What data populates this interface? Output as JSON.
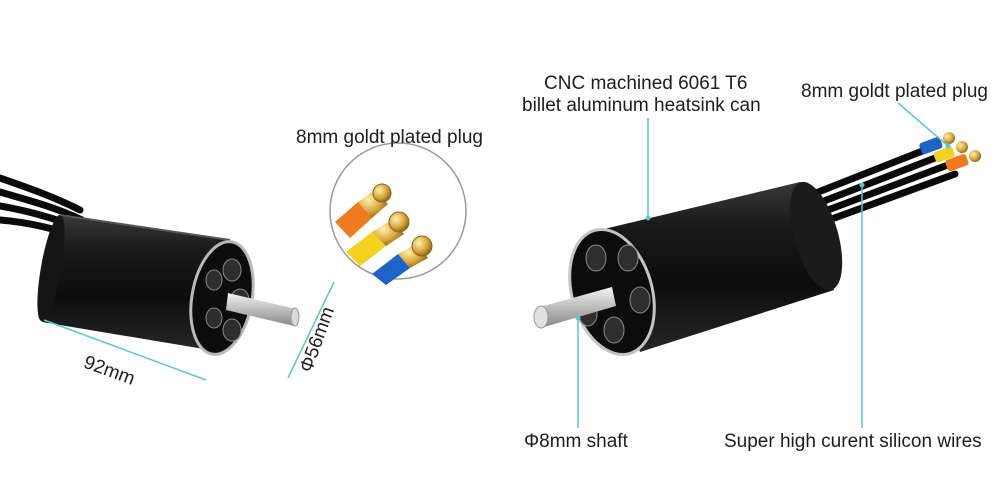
{
  "labels": {
    "plug_left": "8mm goldt plated plug",
    "length": "92mm",
    "diameter": "Φ56mm",
    "heatsink_line1": "CNC machined 6061 T6",
    "heatsink_line2": "billet aluminum heatsink can",
    "plug_right": "8mm goldt plated plug",
    "shaft": "Φ8mm shaft",
    "wires": "Super high curent silicon wires"
  },
  "colors": {
    "callout_line": "#5bc8c8",
    "motor_body": "#111111",
    "plug_orange": "#f07a1e",
    "plug_yellow": "#f2d21c",
    "plug_blue": "#1f63c9",
    "gold": "#d9a63a"
  }
}
